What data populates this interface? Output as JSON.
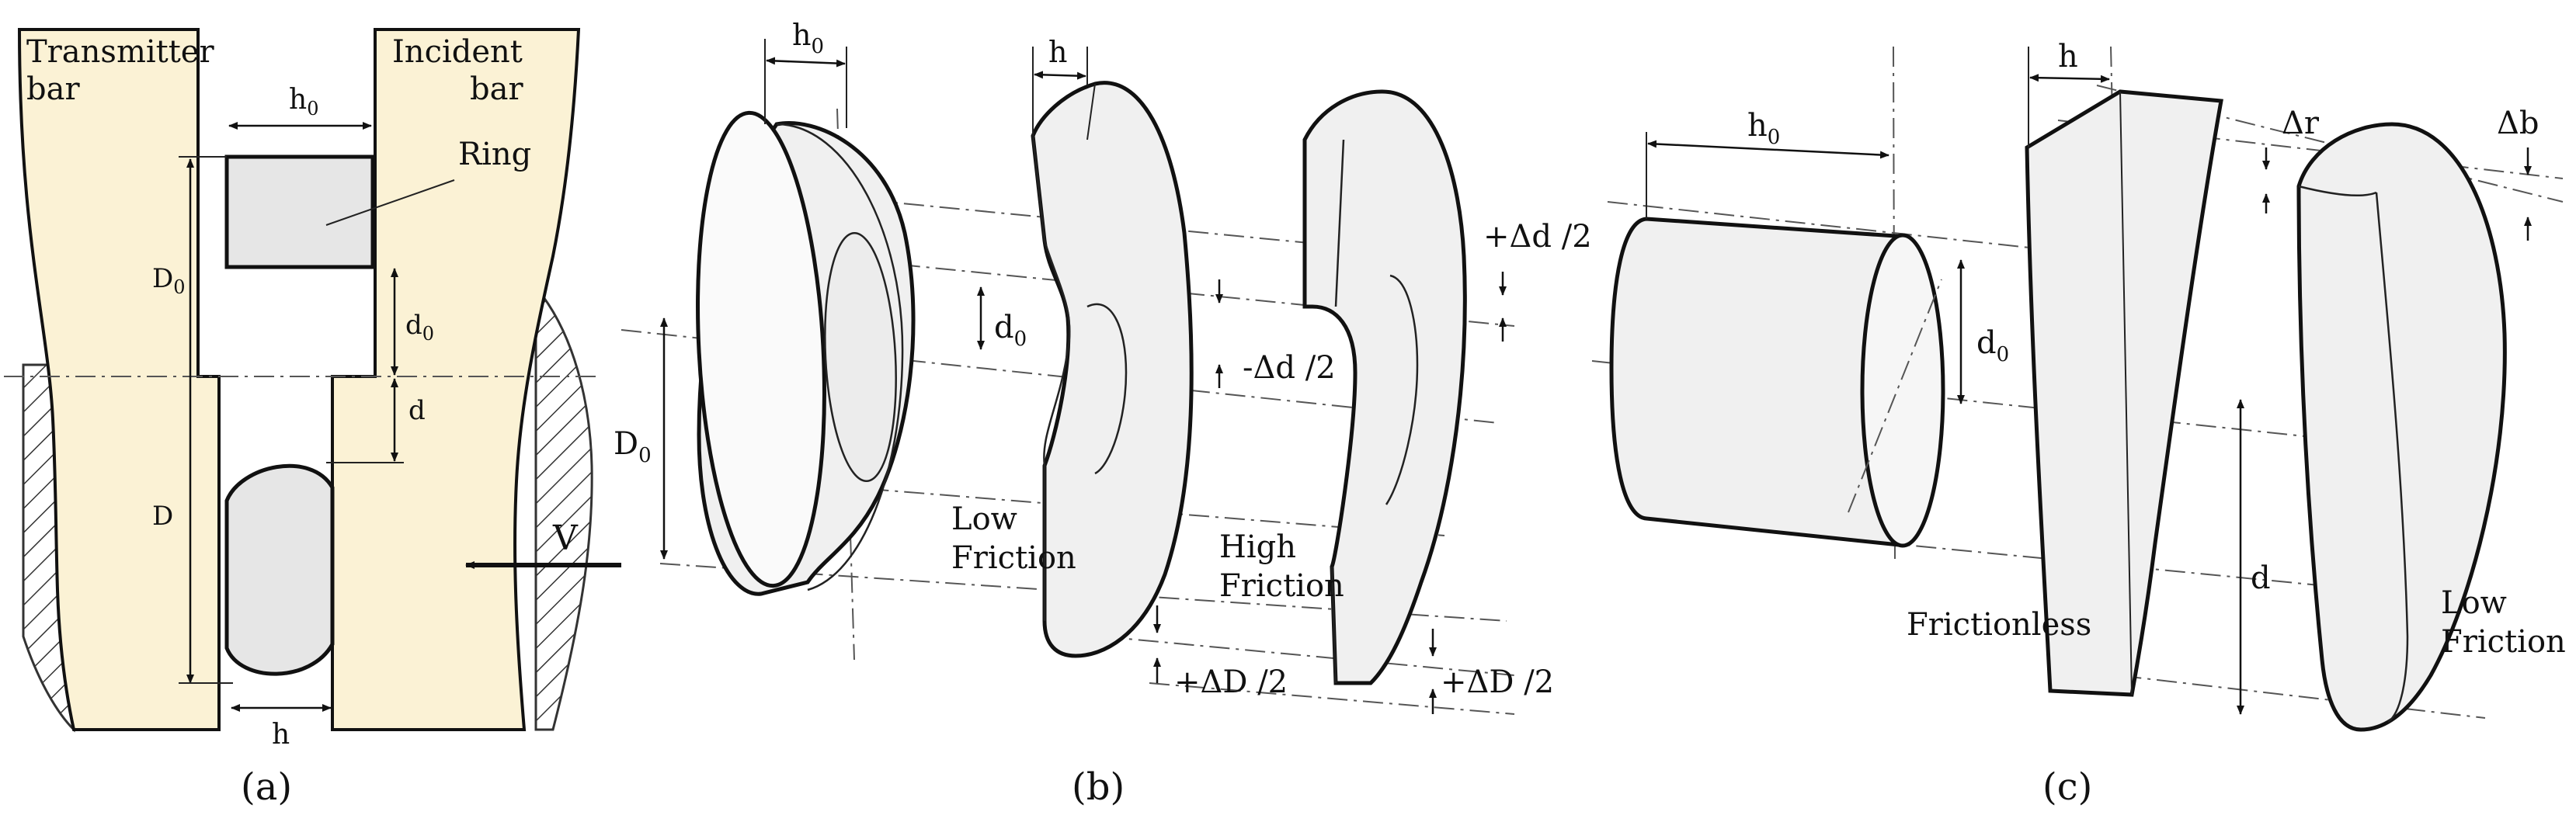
{
  "panel_a": {
    "caption": "(a)",
    "transmitter_bar": [
      "Transmitter",
      "bar"
    ],
    "incident_bar": [
      "Incident",
      "bar"
    ],
    "ring": "Ring",
    "h0": "h",
    "h0_sub": "0",
    "D0": "D",
    "D0_sub": "0",
    "d0": "d",
    "d0_sub": "0",
    "d": "d",
    "D": "D",
    "h": "h",
    "V": "V"
  },
  "panel_b": {
    "caption": "(b)",
    "h0": "h",
    "h0_sub": "0",
    "h": "h",
    "d0": "d",
    "d0_sub": "0",
    "D0": "D",
    "D0_sub": "0",
    "minus_delta_d": "-Δd /2",
    "plus_delta_d": "+Δd /2",
    "plus_delta_D_low": "+ΔD /2",
    "plus_delta_D_high": "+ΔD /2",
    "low_friction": [
      "Low",
      "Friction"
    ],
    "high_friction": [
      "High",
      "Friction"
    ]
  },
  "panel_c": {
    "caption": "(c)",
    "h0": "h",
    "h0_sub": "0",
    "h": "h",
    "d0": "d",
    "d0_sub": "0",
    "d": "d",
    "delta_r": "Δr",
    "delta_b": "Δb",
    "frictionless": "Frictionless",
    "low_friction": [
      "Low",
      "Friction"
    ]
  },
  "colors": {
    "bar_fill": "#fbf2d5",
    "hatch": "#333333",
    "ring_fill": "#e9e9e9",
    "body_fill": "#f0f0f0",
    "line": "#111111"
  }
}
